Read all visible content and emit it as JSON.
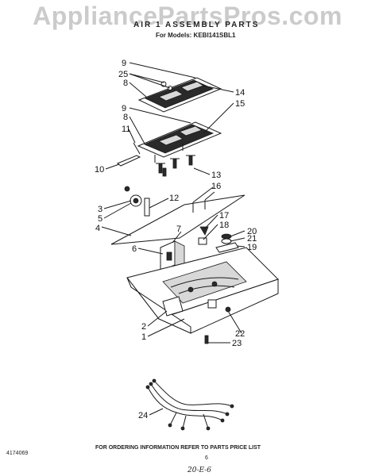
{
  "watermark": "AppliancePartsPros.com",
  "header": {
    "title": "AIR 1 ASSEMBLY PARTS",
    "models": "For Models: KEBI141SBL1"
  },
  "callouts": [
    "9",
    "25",
    "8",
    "14",
    "9",
    "15",
    "8",
    "11",
    "10",
    "13",
    "16",
    "12",
    "3",
    "5",
    "4",
    "7",
    "17",
    "18",
    "20",
    "21",
    "19",
    "6",
    "2",
    "1",
    "22",
    "23",
    "24"
  ],
  "footer": {
    "ordering_note": "FOR ORDERING INFORMATION REFER TO PARTS PRICE LIST",
    "part_number": "4174069",
    "page_number": "6",
    "handwritten": "20-E-6"
  }
}
